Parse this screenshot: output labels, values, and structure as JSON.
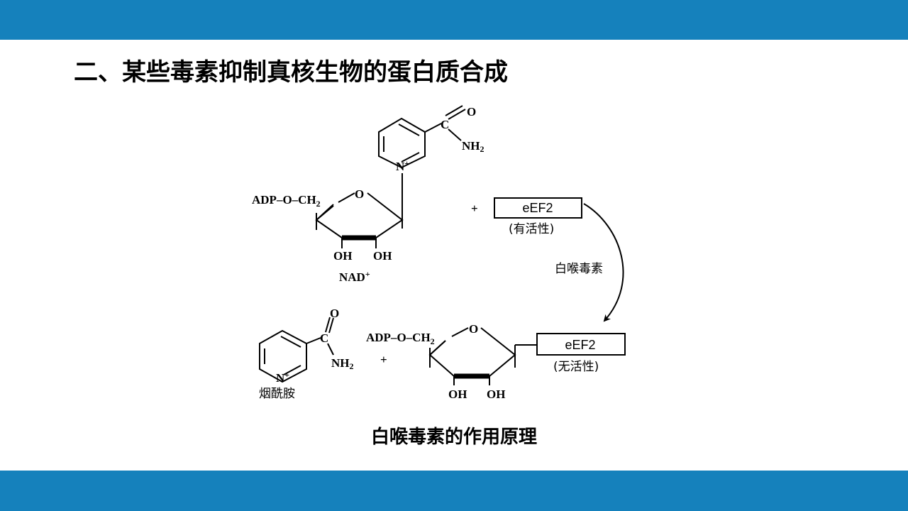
{
  "colors": {
    "bar": "#1581bc",
    "ink": "#000000",
    "background": "#ffffff"
  },
  "title": "二、某些毒素抑制真核生物的蛋白质合成",
  "caption": "白喉毒素的作用原理",
  "diagram": {
    "nad": {
      "carbonyl_o": "O",
      "carbonyl_c": "C",
      "amide_nh": "NH",
      "amide_sub": "2",
      "ring_n": "N",
      "ring_charge": "+",
      "adp_chain": "ADP–O–CH",
      "adp_sub": "2",
      "ring_o": "O",
      "oh_left": "OH",
      "oh_right": "OH",
      "label": "NAD",
      "label_charge": "+"
    },
    "plus_top": "+",
    "eef2_active": {
      "box_label": "eEF2",
      "state": "(有活性)"
    },
    "enzyme": "白喉毒素",
    "nicotinamide": {
      "carbonyl_o": "O",
      "carbonyl_c": "C",
      "amide_nh": "NH",
      "amide_sub": "2",
      "ring_n": "N",
      "ring_charge": "+",
      "label": "烟酰胺"
    },
    "plus_bottom": "+",
    "product": {
      "adp_chain": "ADP–O–CH",
      "adp_sub": "2",
      "ring_o": "O",
      "oh_left": "OH",
      "oh_right": "OH"
    },
    "eef2_inactive": {
      "box_label": "eEF2",
      "state": "(无活性)"
    }
  }
}
